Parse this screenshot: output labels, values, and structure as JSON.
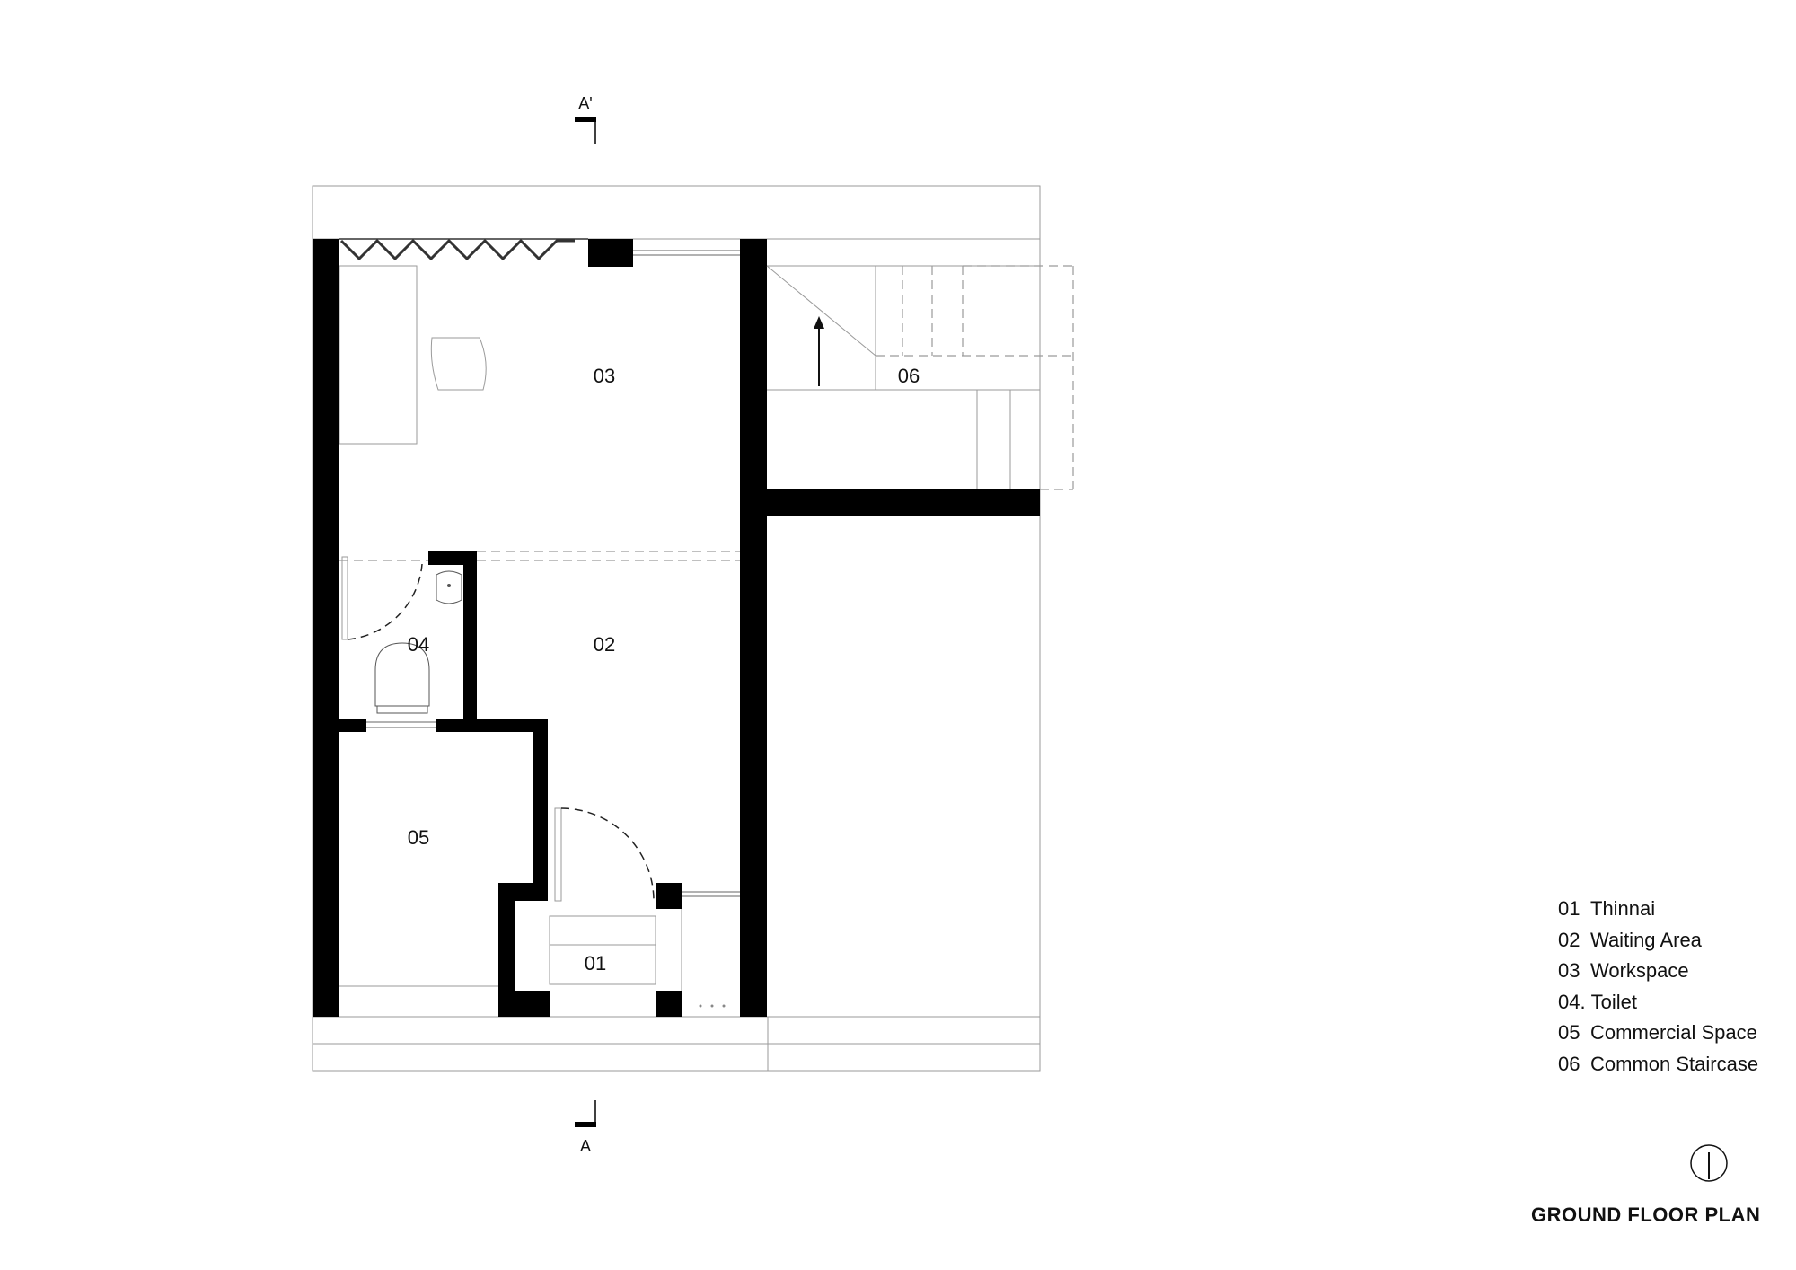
{
  "drawing": {
    "title": "GROUND FLOOR PLAN",
    "section_marker_top": "A'",
    "section_marker_bottom": "A"
  },
  "rooms": [
    {
      "number": "01",
      "name": "Thinnai"
    },
    {
      "number": "02",
      "name": "Waiting Area"
    },
    {
      "number": "03",
      "name": "Workspace"
    },
    {
      "number": "04.",
      "name": "Toilet"
    },
    {
      "number": "05",
      "name": "Commercial Space"
    },
    {
      "number": "06",
      "name": "Common Staircase"
    }
  ],
  "plan_labels": {
    "r01": "01",
    "r02": "02",
    "r03": "03",
    "r04": "04",
    "r05": "05",
    "r06": "06"
  },
  "icons": {
    "north_arrow": "north-arrow-icon",
    "stair_arrow": "up-arrow-icon"
  },
  "colors": {
    "wall": "#000000",
    "linework": "#9a9a9a",
    "background": "#ffffff"
  }
}
